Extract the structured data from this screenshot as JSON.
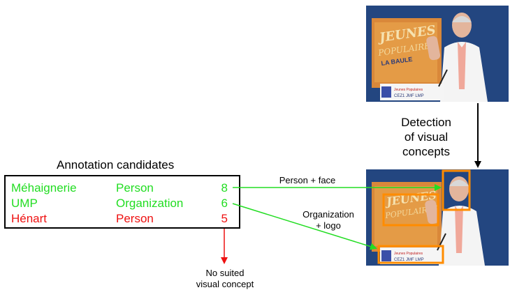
{
  "annotation": {
    "title": "Annotation candidates",
    "rows": [
      {
        "name": "Méhaignerie",
        "type": "Person",
        "score": "8",
        "status": "accepted"
      },
      {
        "name": "UMP",
        "type": "Organization",
        "score": "6",
        "status": "accepted"
      },
      {
        "name": "Hénart",
        "type": "Person",
        "score": "5",
        "status": "rejected"
      }
    ]
  },
  "detection_label": "Detection\nof visual\nconcepts",
  "arrows": {
    "person_face": "Person + face",
    "org_logo_line1": "Organization",
    "org_logo_line2": "+ logo",
    "no_concept_line1": "No suited",
    "no_concept_line2": "visual concept"
  },
  "photo_text": {
    "banner_line1": "JEUNES",
    "banner_line2": "POPULAIRES",
    "banner_line3": "LA BAULE",
    "podium_line1": "Jeunes Populaires",
    "podium_line2": "CEZ1 JMF LMP"
  },
  "colors": {
    "accepted": "#22dd22",
    "rejected": "#ee1111",
    "detection_box": "#ff8c00"
  }
}
